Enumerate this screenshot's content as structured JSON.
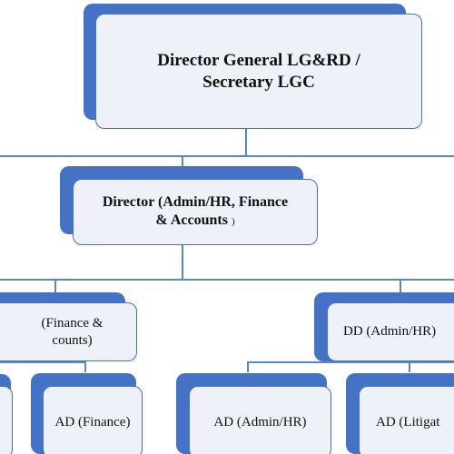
{
  "org_chart": {
    "nodes": {
      "dg": {
        "label": "Director General    LG&RD  /\nSecretary LGC"
      },
      "director": {
        "label": "Director (Admin/HR, Finance\n& Accounts",
        "suffix": ")"
      },
      "dd_finance": {
        "label": "(Finance &\ncounts)"
      },
      "dd_admin": {
        "label": "DD (Admin/HR)"
      },
      "ad_finance": {
        "label": "AD (Finance)"
      },
      "ad_admin": {
        "label": "AD (Admin/HR)"
      },
      "ad_litigation": {
        "label": "AD (Litigat"
      }
    }
  },
  "colors": {
    "box_fill": "#eef1f8",
    "box_border": "#4472c4",
    "shadow": "#4472c4",
    "connector": "#5b86c4"
  }
}
